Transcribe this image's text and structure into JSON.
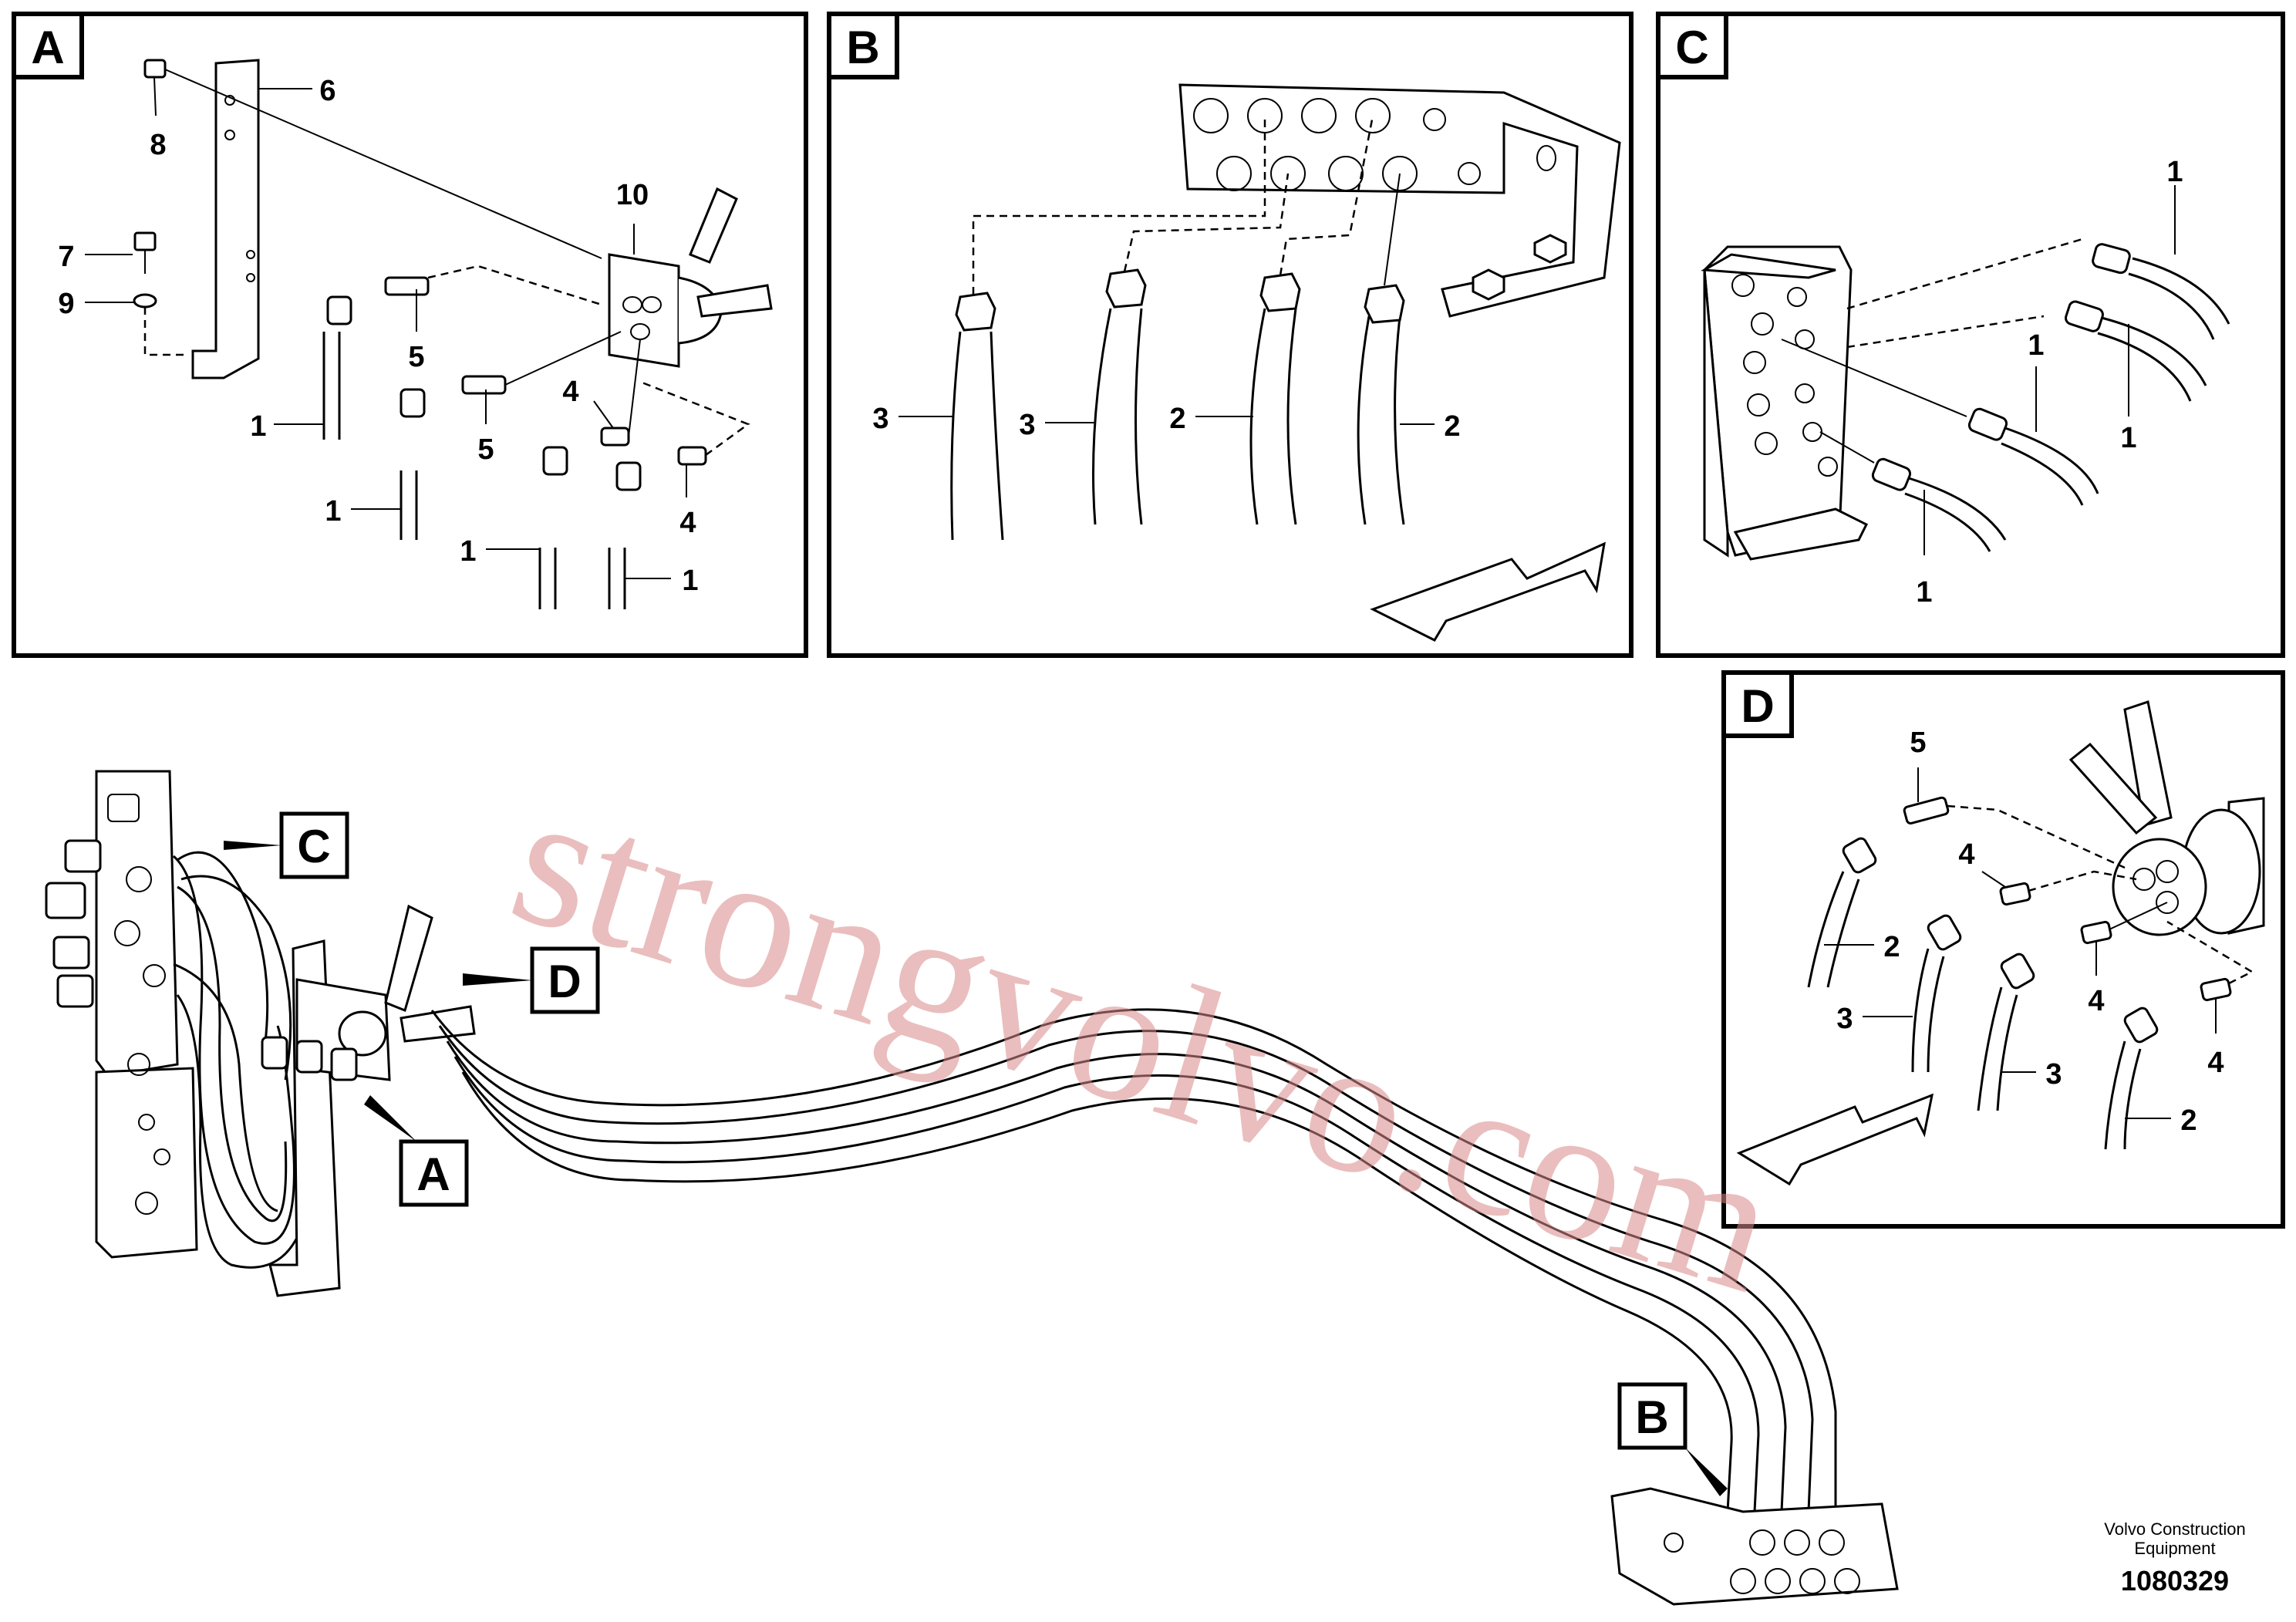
{
  "panels": {
    "A": {
      "letter": "A",
      "callouts": {
        "c6": "6",
        "c8": "8",
        "c7": "7",
        "c9": "9",
        "c10": "10",
        "c5a": "5",
        "c5b": "5",
        "c4a": "4",
        "c4b": "4",
        "c1a": "1",
        "c1b": "1",
        "c1c": "1",
        "c1d": "1"
      }
    },
    "B": {
      "letter": "B",
      "callouts": {
        "c3a": "3",
        "c3b": "3",
        "c2a": "2",
        "c2b": "2"
      }
    },
    "C": {
      "letter": "C",
      "callouts": {
        "c1a": "1",
        "c1b": "1",
        "c1c": "1",
        "c1d": "1"
      }
    },
    "D": {
      "letter": "D",
      "callouts": {
        "c5": "5",
        "c4a": "4",
        "c4b": "4",
        "c4c": "4",
        "c2a": "2",
        "c2b": "2",
        "c3a": "3",
        "c3b": "3"
      }
    }
  },
  "main_labels": {
    "A": "A",
    "B": "B",
    "C": "C",
    "D": "D"
  },
  "footer": {
    "company_line1": "Volvo Construction",
    "company_line2": "Equipment",
    "drawing_number": "1080329"
  },
  "watermark": "strongvolvo.com",
  "colors": {
    "ink": "#000000",
    "watermark": "#d98a8a",
    "background": "#ffffff"
  }
}
